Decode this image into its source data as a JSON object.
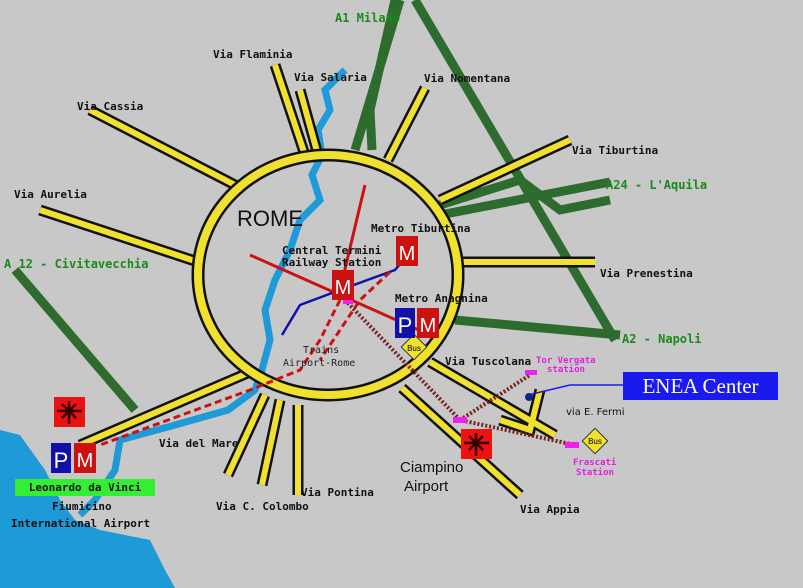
{
  "title": "ROME",
  "colors": {
    "background": "#c8c8c8",
    "road": "#f0e030",
    "highway": "#2e6b2e",
    "river": "#1e9ad8",
    "metro": "#cc1111",
    "parking": "#1111aa",
    "enea": "#1a1aee"
  },
  "highways": {
    "a1": "A1 Milano",
    "a24": "A24 - L'Aquila",
    "a12": "A 12 - Civitavecchia",
    "a2": "A2 - Napoli"
  },
  "roads": {
    "flaminia": "Via Flaminia",
    "salaria": "Via Salaria",
    "nomentana": "Via Nomentana",
    "cassia": "Via Cassia",
    "aurelia": "Via Aurelia",
    "tiburtina": "Via Tiburtina",
    "prenestina": "Via Prenestina",
    "tuscolana": "Via Tuscolana",
    "appia": "Via Appia",
    "pontina": "Via Pontina",
    "colombo": "Via C. Colombo",
    "mare": "Via del Mare",
    "fermi": "via E. Fermi"
  },
  "stations": {
    "termini_1": "Central Termini",
    "termini_2": "Railway Station",
    "tiburtina": "Metro Tiburtina",
    "anagnina": "Metro Anagnina",
    "trains_1": "Trains",
    "trains_2": "Airport-Rome",
    "tor_1": "Tor Vergata",
    "tor_2": "station",
    "frascati_1": "Frascati",
    "frascati_2": "Station",
    "bus": "Bus",
    "metro_glyph": "M",
    "parking_glyph": "P"
  },
  "airports": {
    "ciampino_1": "Ciampino",
    "ciampino_2": "Airport",
    "fiumicino_name": "Leonardo da Vinci",
    "fiumicino_1": "Fiumicino",
    "fiumicino_2": "International Airport"
  },
  "enea": "ENEA Center"
}
